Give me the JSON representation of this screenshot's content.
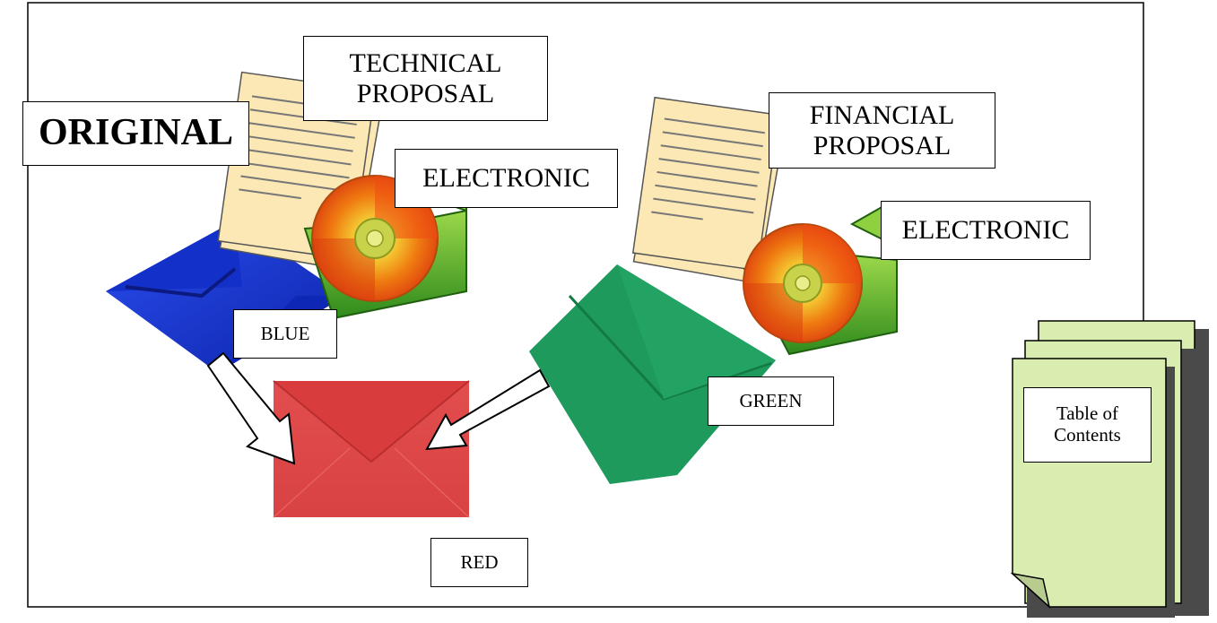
{
  "labels": {
    "original": "ORIGINAL",
    "technical_proposal": "TECHNICAL\nPROPOSAL",
    "electronic_1": "ELECTRONIC",
    "financial_proposal": "FINANCIAL\nPROPOSAL",
    "electronic_2": "ELECTRONIC",
    "blue": "BLUE",
    "green": "GREEN",
    "red": "RED",
    "table_of_contents": "Table of\nContents"
  },
  "colors": {
    "blue_envelope": "#1737d6",
    "green_envelope": "#1e9a5c",
    "red_envelope": "#de4848",
    "document_paper": "#fbe8b5",
    "toc_pages": "#d9edb1",
    "cd_outer": "#f07a12",
    "cd_center": "#c8d24a",
    "folder_green": "#6cbf2e"
  },
  "icons": [
    "document-stack-icon",
    "cd-disc-icon",
    "folder-icon",
    "envelope-icon",
    "arrow-icon"
  ]
}
